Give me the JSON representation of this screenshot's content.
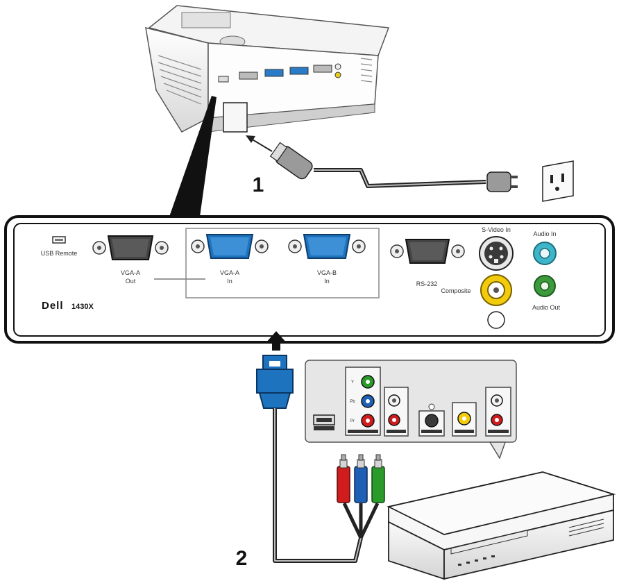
{
  "callouts": {
    "power_cable": "1",
    "video_cable": "2"
  },
  "panel": {
    "brand": "Dell",
    "model": "1430X",
    "usb_label": "USB Remote",
    "vga_a_out_label": [
      "VGA-A",
      "Out"
    ],
    "vga_a_in_label": [
      "VGA-A",
      "In"
    ],
    "vga_b_in_label": [
      "VGA-B",
      "In"
    ],
    "rs232_label": "RS-232",
    "svideo_label": "S-Video In",
    "audio_in_label": "Audio In",
    "composite_label": "Composite",
    "audio_out_label": "Audio Out"
  },
  "colors": {
    "vga_blue": "#1e73be",
    "rca_red": "#d01c1c",
    "rca_blue": "#1f5fb5",
    "rca_green": "#2a9a2a",
    "composite_yellow": "#f2cc0c",
    "audio_in_teal": "#3fb5c9",
    "audio_out_green": "#3c9a3c",
    "panel_gray": "#e6e6e6"
  }
}
